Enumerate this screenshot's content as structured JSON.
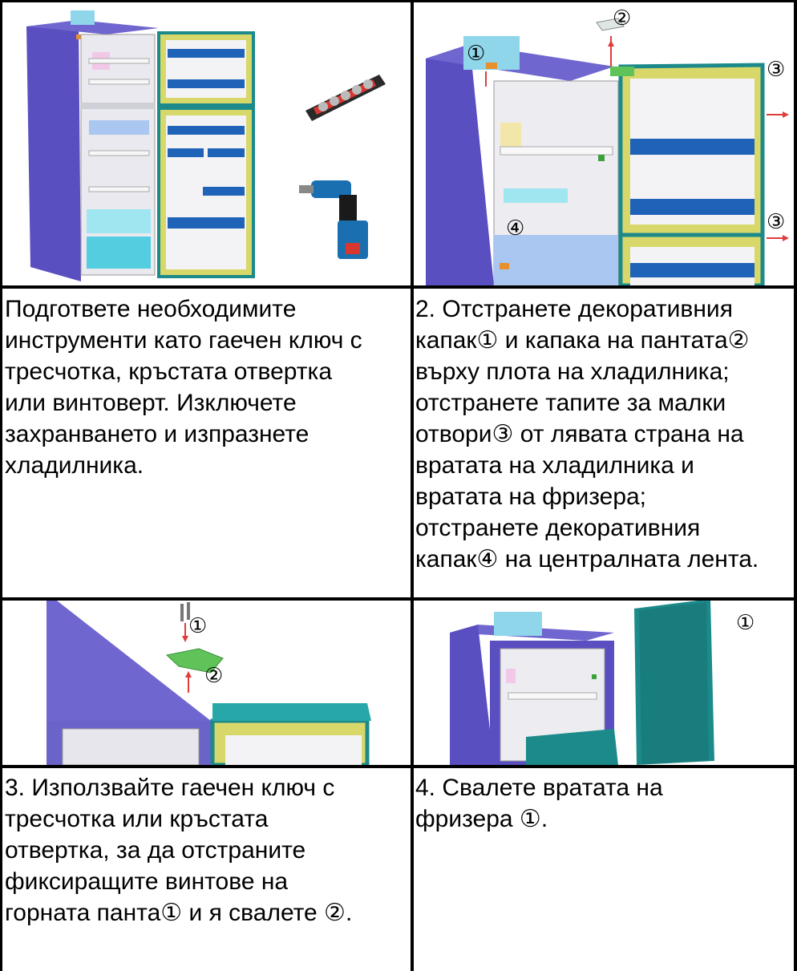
{
  "steps": [
    {
      "text": "Подгответе необходимите\nинструменти като гаечен ключ с\nтресчотка, кръстата отвертка\nили винтоверт. Изключете\nзахранването и изпразнете\nхладилника."
    },
    {
      "text": "2. Отстранете декоративния\nкапак① и капака на пантата②\nвърху плота на хладилника;\nотстранете тапите за малки\nотвори③ от лявата страна на\nвратата на хладилника и\nвратата на фризера;\nотстранете декоративния\nкапак④ на централната лента."
    },
    {
      "text": "3. Използвайте гаечен ключ с\nтресчотка или кръстата\nотвертка, за да отстраните\nфиксиращите винтове на\nгорната панта① и я свалете ②."
    },
    {
      "text": "4. Свалете вратата на\nфризера ①."
    }
  ],
  "callouts": {
    "img2": [
      "①",
      "②",
      "③",
      "③",
      "④"
    ],
    "img3": [
      "①",
      "②"
    ],
    "img4": [
      "①"
    ]
  },
  "colors": {
    "cabinet_side": "#5a4fc0",
    "cabinet_top": "#6f66cf",
    "door_teal": "#1c8a8a",
    "gasket_yellow": "#d8d86a",
    "shelf_blue": "#1f63b8",
    "drawer_cyan": "#55cde0",
    "bracket_green": "#5fc35a",
    "arrow_red": "#e03c3c"
  }
}
